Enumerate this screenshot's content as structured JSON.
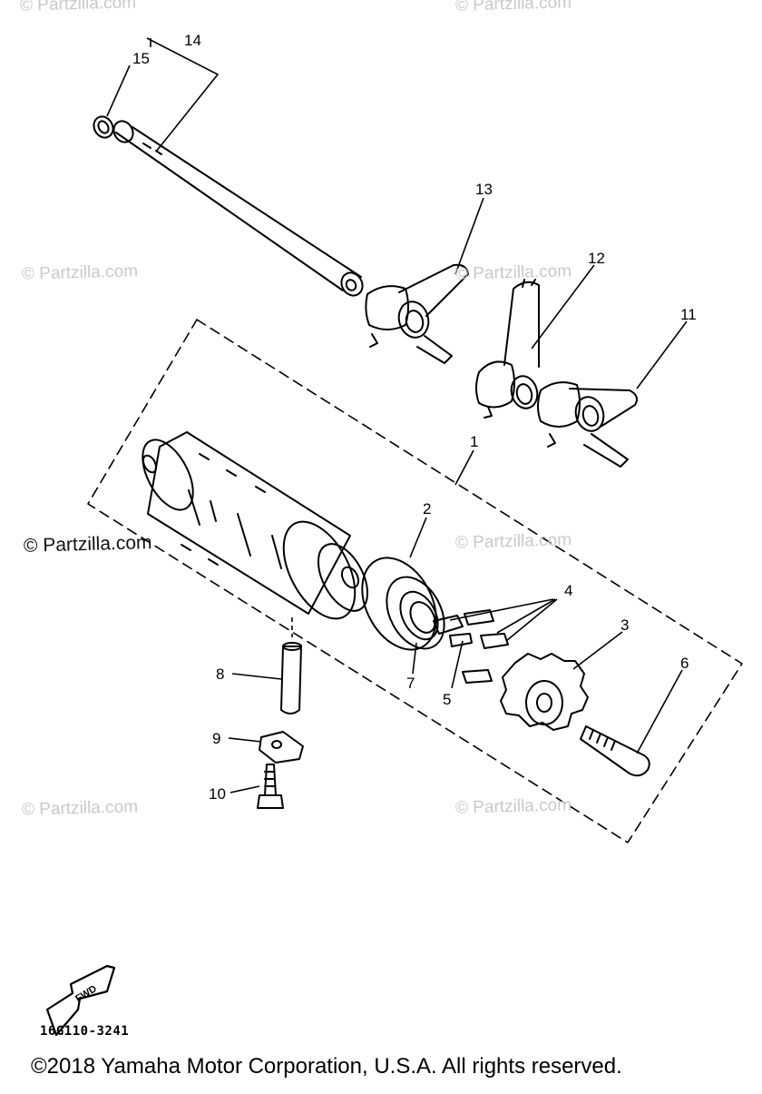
{
  "watermarks": [
    "© Partzilla.com",
    "© Partzilla.com",
    "© Partzilla.com",
    "© Partzilla.com",
    "© Partzilla.com",
    "© Partzilla.com",
    "© Partzilla.com",
    "© Partzilla.com"
  ],
  "callouts": {
    "c1": "1",
    "c2": "2",
    "c3": "3",
    "c4": "4",
    "c5": "5",
    "c6": "6",
    "c7": "7",
    "c8": "8",
    "c9": "9",
    "c10": "10",
    "c11": "11",
    "c12": "12",
    "c13": "13",
    "c14": "14",
    "c15": "15"
  },
  "fwd_label": "FWD",
  "part_code": "16G110-3241",
  "copyright": "©2018  Yamaha Motor Corporation, U.S.A. All rights reserved.",
  "colors": {
    "ink": "#000000",
    "watermark": "#c9c9c9"
  }
}
